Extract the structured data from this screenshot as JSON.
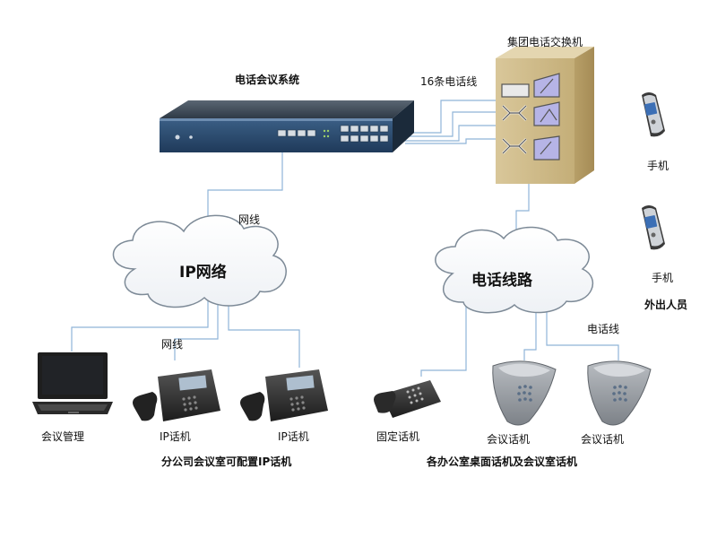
{
  "labels": {
    "conference_system": "电话会议系统",
    "pbx": "集团电话交换机",
    "phone_lines_16": "16条电话线",
    "mobile_1": "手机",
    "mobile_2": "手机",
    "outside_staff": "外出人员",
    "network_cable_top": "网线",
    "network_cable_bottom": "网线",
    "phone_line": "电话线",
    "ip_network": "IP网络",
    "phone_network": "电话线路",
    "conf_mgmt": "会议管理",
    "ip_phone_1": "IP话机",
    "ip_phone_2": "IP话机",
    "fixed_phone": "固定话机",
    "conf_phone_1": "会议话机",
    "conf_phone_2": "会议话机",
    "branch_caption": "分公司会议室可配置IP话机",
    "office_caption": "各办公室桌面话机及会议室话机"
  }
}
